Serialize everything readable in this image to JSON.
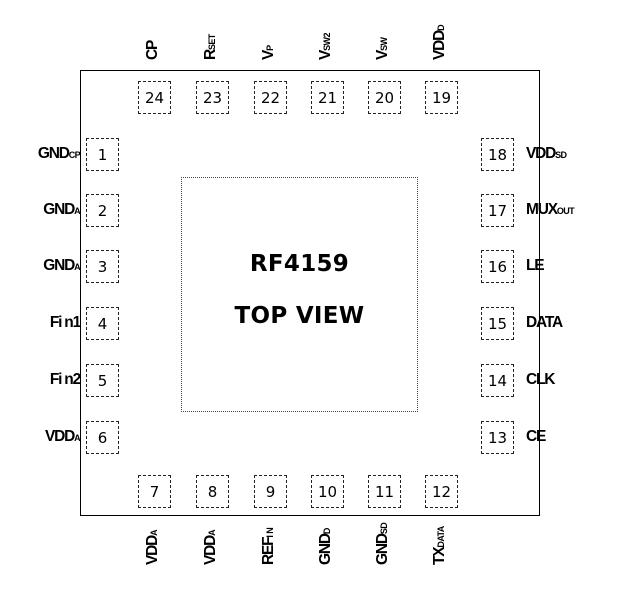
{
  "chip": {
    "name": "RF4159",
    "view": "TOP VIEW"
  },
  "pins": [
    {
      "num": "1",
      "main": "GND",
      "sub": "CP"
    },
    {
      "num": "2",
      "main": "GND",
      "sub": "A"
    },
    {
      "num": "3",
      "main": "GND",
      "sub": "A"
    },
    {
      "num": "4",
      "main": "Fi n1",
      "sub": ""
    },
    {
      "num": "5",
      "main": "Fi n2",
      "sub": ""
    },
    {
      "num": "6",
      "main": "VDD",
      "sub": "A"
    },
    {
      "num": "7",
      "main": "VDD",
      "sub": "A"
    },
    {
      "num": "8",
      "main": "VDD",
      "sub": "A"
    },
    {
      "num": "9",
      "main": "REF",
      "sub": "I N"
    },
    {
      "num": "10",
      "main": "GND",
      "sub": "D"
    },
    {
      "num": "11",
      "main": "GND",
      "sub": "SD"
    },
    {
      "num": "12",
      "main": "TX",
      "sub": "DATA"
    },
    {
      "num": "13",
      "main": "CE",
      "sub": ""
    },
    {
      "num": "14",
      "main": "CLK",
      "sub": ""
    },
    {
      "num": "15",
      "main": "DATA",
      "sub": ""
    },
    {
      "num": "16",
      "main": "LE",
      "sub": ""
    },
    {
      "num": "17",
      "main": "MUX",
      "sub": "OUT"
    },
    {
      "num": "18",
      "main": "VDD",
      "sub": "SD"
    },
    {
      "num": "19",
      "main": "VDD",
      "sub": "D"
    },
    {
      "num": "20",
      "main": "V",
      "sub": "SW"
    },
    {
      "num": "21",
      "main": "V",
      "sub": "SW2"
    },
    {
      "num": "22",
      "main": "V",
      "sub": "P"
    },
    {
      "num": "23",
      "main": "R",
      "sub": "SET"
    },
    {
      "num": "24",
      "main": "CP",
      "sub": ""
    }
  ]
}
